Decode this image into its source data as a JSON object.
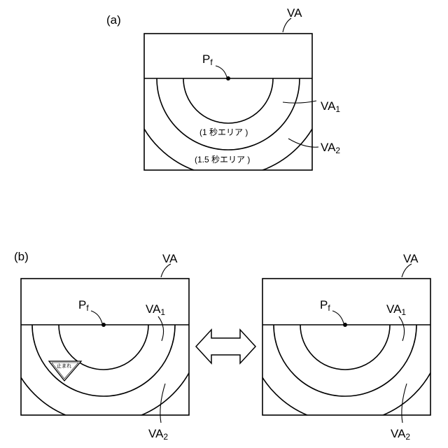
{
  "panel_a": {
    "label": "(a)",
    "va": "VA",
    "pf": "P",
    "pf_sub": "f",
    "va1": "VA",
    "va1_sub": "1",
    "va2": "VA",
    "va2_sub": "2",
    "area_inner": "(1 秒エリア )",
    "area_outer": "(1.5 秒エリア )"
  },
  "panel_b": {
    "label": "(b)",
    "left": {
      "va": "VA",
      "pf": "P",
      "pf_sub": "f",
      "va1": "VA",
      "va1_sub": "1",
      "va2": "VA",
      "va2_sub": "2",
      "sign_text": "止まれ"
    },
    "right": {
      "va": "VA",
      "pf": "P",
      "pf_sub": "f",
      "va1": "VA",
      "va1_sub": "1",
      "va2": "VA",
      "va2_sub": "2"
    }
  }
}
